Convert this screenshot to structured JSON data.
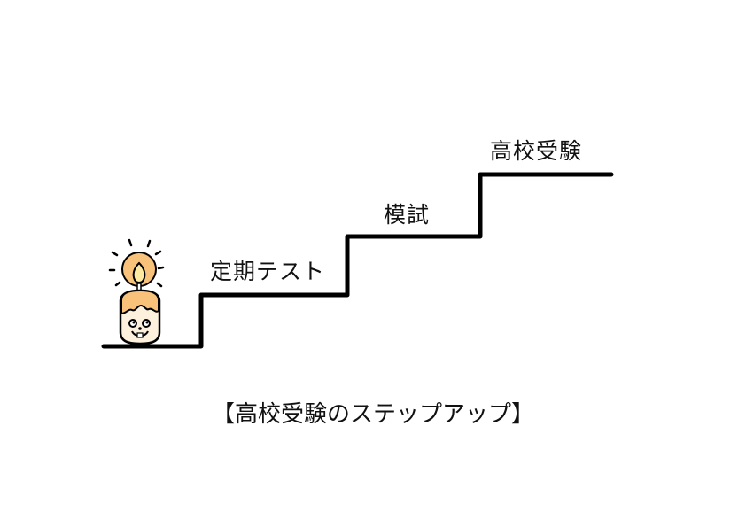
{
  "diagram": {
    "type": "staircase",
    "steps": [
      {
        "label": "定期テスト"
      },
      {
        "label": "模試"
      },
      {
        "label": "高校受験"
      }
    ],
    "caption": "【高校受験のステップアップ】",
    "character": "candle-mascot-icon",
    "colors": {
      "line": "#000000",
      "halo": "#f8c27a",
      "flame": "#fde9a0",
      "wax_top": "#f8c27a",
      "face": "#fdf0dc",
      "background": "#ffffff"
    }
  }
}
